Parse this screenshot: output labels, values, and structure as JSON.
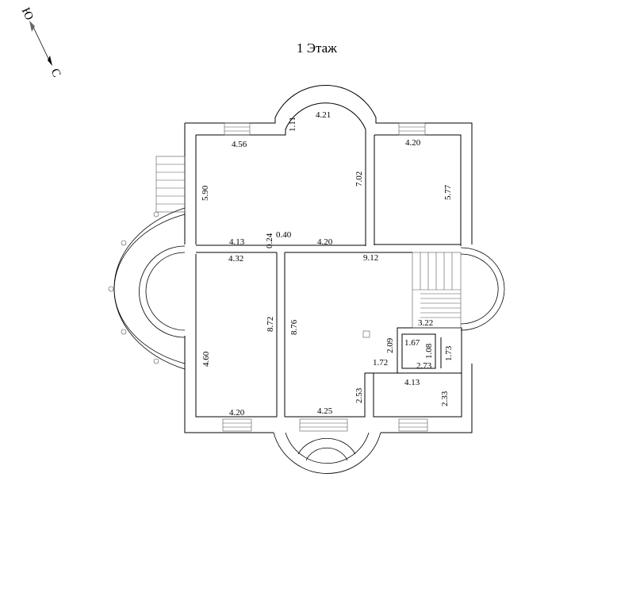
{
  "title": "1 Этаж",
  "compass": {
    "north": "Ю",
    "south": "С"
  },
  "dims": {
    "d111": "1.11",
    "d421": "4.21",
    "d456": "4.56",
    "d420a": "4.20",
    "d590": "5.90",
    "d702": "7.02",
    "d577": "5.77",
    "d413a": "4.13",
    "d024": "0.24",
    "d040": "0.40",
    "d420b": "4.20",
    "d432": "4.32",
    "d912": "9.12",
    "d872": "8.72",
    "d876": "8.76",
    "d460": "4.60",
    "d322": "3.22",
    "d209": "2.09",
    "d167": "1.67",
    "d108": "1.08",
    "d173": "1.73",
    "d273": "2.73",
    "d172": "1.72",
    "d413b": "4.13",
    "d253": "2.53",
    "d233": "2.33",
    "d420c": "4.20",
    "d425": "4.25"
  }
}
